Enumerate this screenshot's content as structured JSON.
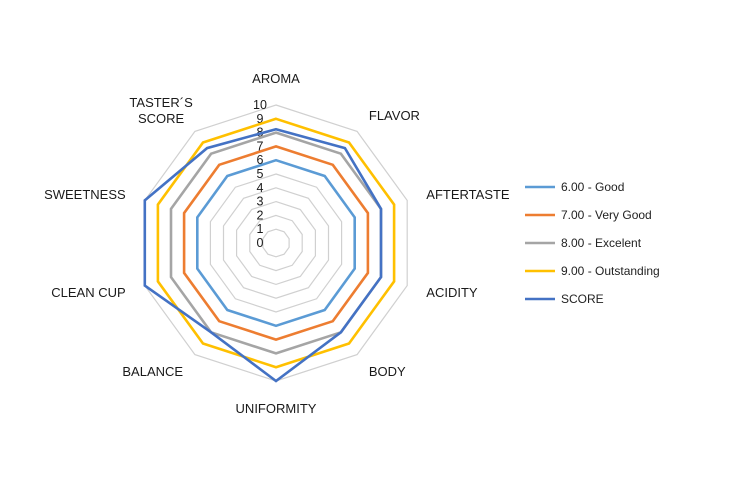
{
  "chart_data": {
    "type": "radar",
    "categories": [
      "AROMA",
      "FLAVOR",
      "AFTERTASTE",
      "ACIDITY",
      "BODY",
      "UNIFORMITY",
      "BALANCE",
      "CLEAN CUP",
      "SWEETNESS",
      "TASTER´S SCORE"
    ],
    "ticks": [
      "0",
      "1",
      "2",
      "3",
      "4",
      "5",
      "6",
      "7",
      "8",
      "9",
      "10"
    ],
    "rlim": [
      0,
      10
    ],
    "grid": true,
    "legend": "right",
    "series": [
      {
        "name": "6.00 - Good",
        "color": "#5B9BD5",
        "values": [
          6,
          6,
          6,
          6,
          6,
          6,
          6,
          6,
          6,
          6
        ]
      },
      {
        "name": "7.00 - Very Good",
        "color": "#ED7D31",
        "values": [
          7,
          7,
          7,
          7,
          7,
          7,
          7,
          7,
          7,
          7
        ]
      },
      {
        "name": "8.00 - Excelent",
        "color": "#A5A5A5",
        "values": [
          8,
          8,
          8,
          8,
          8,
          8,
          8,
          8,
          8,
          8
        ]
      },
      {
        "name": "9.00 - Outstanding",
        "color": "#FFC000",
        "values": [
          9,
          9,
          9,
          9,
          9,
          9,
          9,
          9,
          9,
          9
        ]
      },
      {
        "name": "SCORE",
        "color": "#4472C4",
        "values": [
          8.25,
          8.5,
          8.0,
          8.0,
          8.0,
          10,
          8.0,
          10,
          10,
          8.5
        ]
      }
    ]
  }
}
